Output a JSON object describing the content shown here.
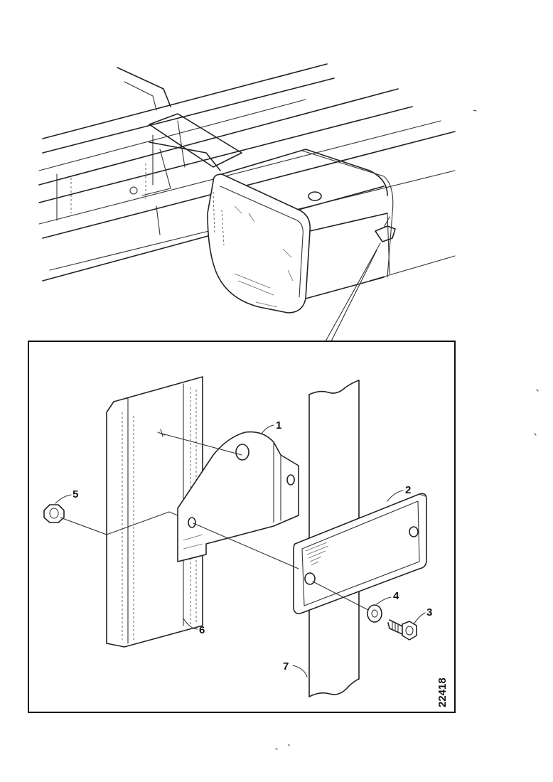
{
  "callouts": {
    "bracket": "1",
    "reflector": "2",
    "screw": "3",
    "washer": "4",
    "nut": "5",
    "frame_member": "6",
    "mounting_post": "7"
  },
  "figure_number": "22418"
}
